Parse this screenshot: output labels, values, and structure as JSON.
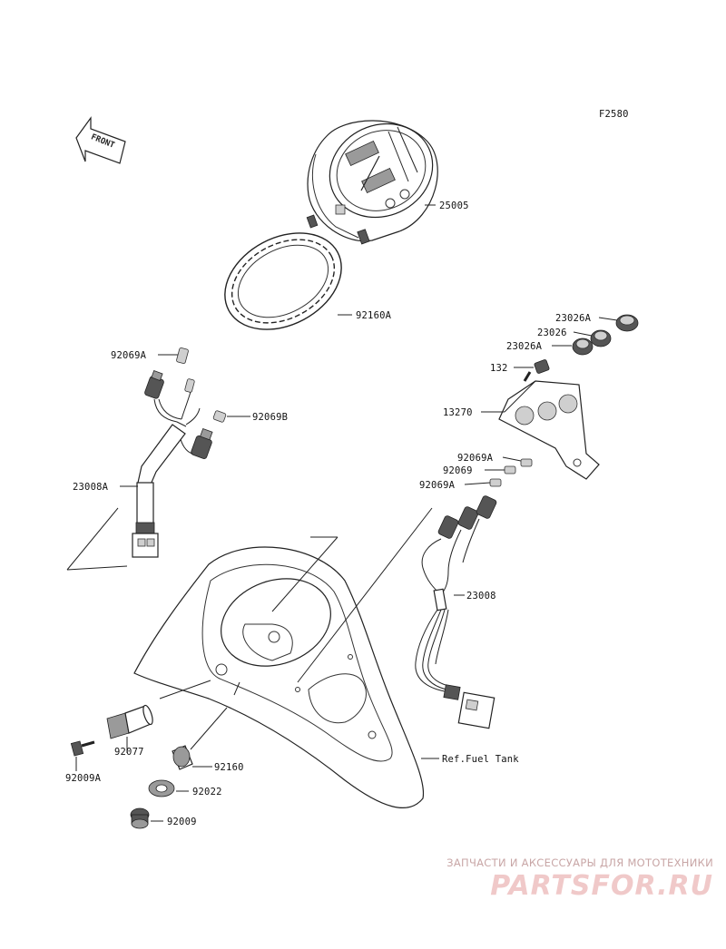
{
  "figure_code": "F2580",
  "front_label": "FRONT",
  "parts": {
    "speedometer": "25005",
    "meter_ring": "92160A",
    "bulb_socket_a_top": "92069A",
    "bulb_socket_b": "92069B",
    "harness_left": "23008A",
    "cap_1": "23026A",
    "cap_2": "23026",
    "cap_3": "23026A",
    "bolt": "132",
    "bracket": "13270",
    "bulb_right_1": "92069A",
    "bulb_right_2": "92069",
    "bulb_right_3": "92069A",
    "harness_right": "23008",
    "fuel_tank_ref": "Ref.Fuel Tank",
    "collar": "92077",
    "screw": "92009A",
    "grommet": "92160",
    "washer": "92022",
    "bolt_bottom": "92009"
  },
  "watermark": {
    "tagline": "ЗАПЧАСТИ И АКСЕССУАРЫ ДЛЯ МОТОТЕХНИКИ",
    "brand": "PARTSFOR.RU"
  }
}
